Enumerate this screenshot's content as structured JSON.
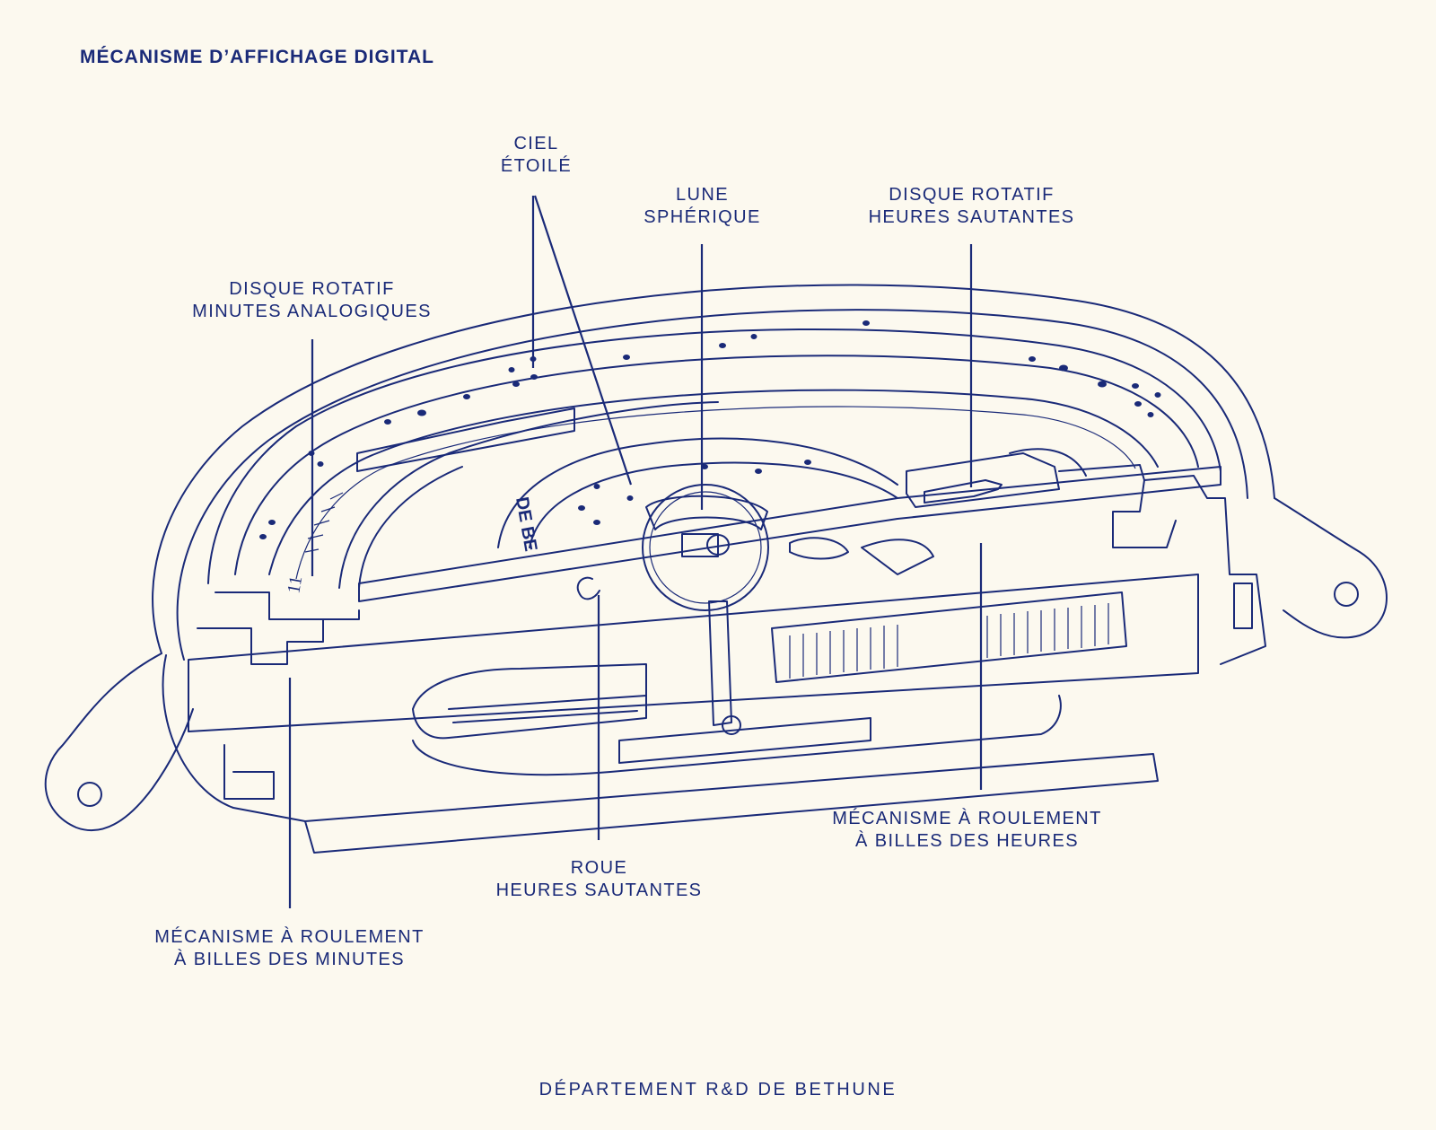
{
  "title": "MÉCANISME D’AFFICHAGE DIGITAL",
  "labels": {
    "ciel": [
      "CIEL",
      "ÉTOILÉ"
    ],
    "lune": [
      "LUNE",
      "SPHÉRIQUE"
    ],
    "disque_heures": [
      "DISQUE ROTATIF",
      "HEURES SAUTANTES"
    ],
    "disque_minutes": [
      "DISQUE ROTATIF",
      "MINUTES ANALOGIQUES"
    ],
    "roulement_heures": [
      "MÉCANISME À ROULEMENT",
      "À BILLES DES HEURES"
    ],
    "roue": [
      "ROUE",
      "HEURES SAUTANTES"
    ],
    "roulement_minutes": [
      "MÉCANISME À ROULEMENT",
      "À BILLES DES MINUTES"
    ]
  },
  "dial_engraving": "DE BE",
  "footer": "DÉPARTEMENT R&D DE BETHUNE",
  "colors": {
    "ink": "#1a2a78",
    "paper": "#fcf9ef"
  }
}
